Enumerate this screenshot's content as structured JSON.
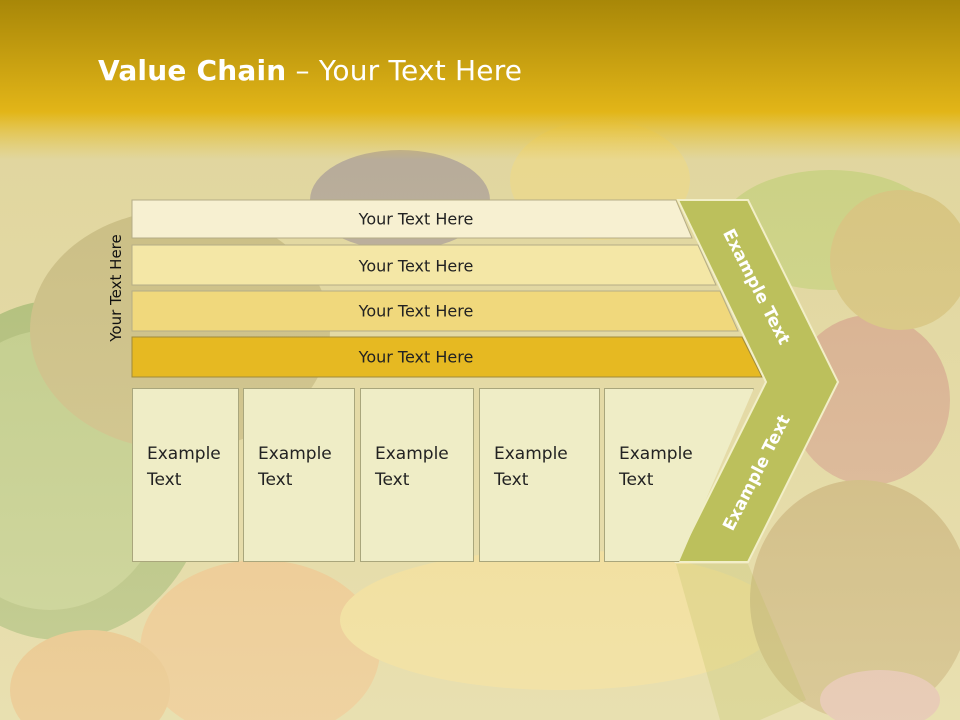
{
  "slide": {
    "title_bold": "Value Chain",
    "title_rest": " – Your Text Here",
    "side_label": "Your Text Here"
  },
  "bars": [
    {
      "label": "Your Text Here",
      "color": "#f7f0d1"
    },
    {
      "label": "Your Text Here",
      "color": "#f4e7a6"
    },
    {
      "label": "Your Text Here",
      "color": "#f0d87c"
    },
    {
      "label": "Your Text Here",
      "color": "#e6b922"
    }
  ],
  "boxes": [
    {
      "label": "Example\nText"
    },
    {
      "label": "Example\nText"
    },
    {
      "label": "Example\nText"
    },
    {
      "label": "Example\nText"
    },
    {
      "label": "Example\nText"
    }
  ],
  "chevron": {
    "top_label": "Example Text",
    "bottom_label": "Example Text",
    "color": "#bcc05c"
  },
  "colors": {
    "header": "#c9a20f",
    "background": "#e8dca0"
  }
}
